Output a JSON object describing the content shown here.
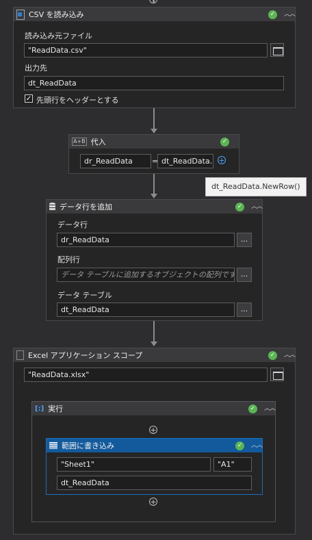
{
  "csv_activity": {
    "title": "CSV を読み込み",
    "icon": "csv-file-icon",
    "source_label": "読み込み元ファイル",
    "source_value": "\"ReadData.csv\"",
    "output_label": "出力先",
    "output_value": "dt_ReadData",
    "header_checkbox_label": "先頭行をヘッダーとする",
    "header_checked": true
  },
  "assign_activity": {
    "title": "代入",
    "icon": "assign-icon",
    "left_value": "dr_ReadData",
    "equals": "=",
    "right_value": "dt_ReadData.NewRow()",
    "right_value_display": "dt_ReadData.N"
  },
  "tooltip": {
    "text": "dt_ReadData.NewRow()"
  },
  "add_row_activity": {
    "title": "データ行を追加",
    "icon": "database-icon",
    "datarow_label": "データ行",
    "datarow_value": "dr_ReadData",
    "array_label": "配列行",
    "array_placeholder": "データ テーブルに追加するオブジェクトの配列です。この配列",
    "table_label": "データ テーブル",
    "table_value": "dt_ReadData",
    "browse_label": "..."
  },
  "excel_scope": {
    "title": "Excel アプリケーション スコープ",
    "icon": "excel-file-icon",
    "workbook_value": "\"ReadData.xlsx\""
  },
  "do_sequence": {
    "title": "実行",
    "icon": "sequence-icon"
  },
  "write_range": {
    "title": "範囲に書き込み",
    "icon": "range-table-icon",
    "sheet_value": "\"Sheet1\"",
    "cell_value": "\"A1\"",
    "table_value": "dt_ReadData"
  },
  "glyphs": {
    "check": "✓",
    "collapse": "︿︿",
    "plus": "+",
    "checkbox_mark": "✓"
  },
  "colors": {
    "success": "#5ab552",
    "selected_header": "#135a9c",
    "canvas": "#2d2d30"
  }
}
